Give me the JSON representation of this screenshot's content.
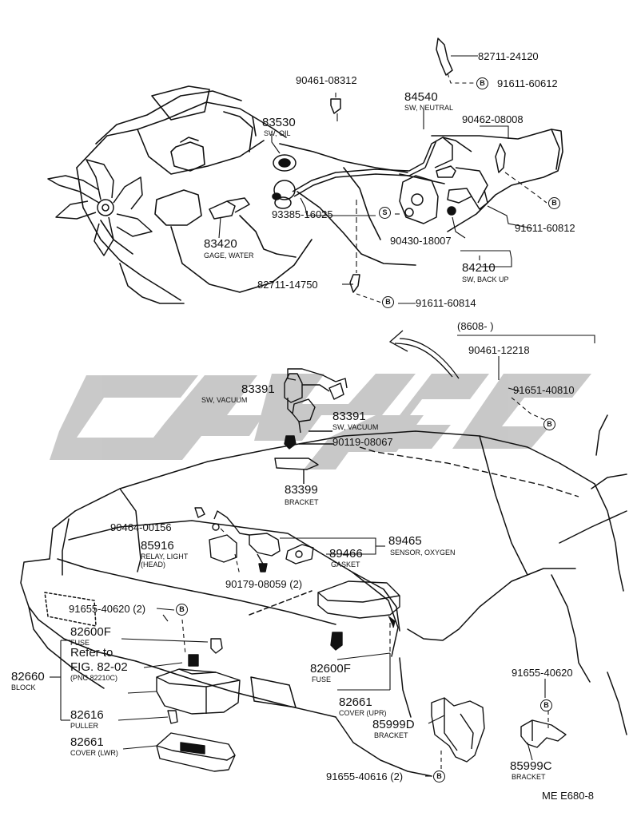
{
  "parts": {
    "p82711_24120": "82711-24120",
    "p91611_60612": "91611-60612",
    "p90461_08312": "90461-08312",
    "p84540": "84540",
    "p84540_desc": "SW, NEUTRAL",
    "p90462_08008": "90462-08008",
    "p83530": "83530",
    "p83530_desc": "SW, OIL",
    "p83420": "83420",
    "p83420_desc": "GAGE, WATER",
    "p93385_16025": "93385-16025",
    "p90430_18007": "90430-18007",
    "p91611_60812": "91611-60812",
    "p84210": "84210",
    "p84210_desc": "SW, BACK UP",
    "p82711_14750": "82711-14750",
    "p91611_60814": "91611-60814",
    "date_range": "(8608-          )",
    "p90461_12218": "90461-12218",
    "p91651_40810": "91651-40810",
    "p83391a": "83391",
    "p83391a_desc": "SW, VACUUM",
    "p83391b": "83391",
    "p83391b_desc": "SW, VACUUM",
    "p90119_08067": "90119-08067",
    "p83399": "83399",
    "p83399_desc": "BRACKET",
    "p90464_00156": "90464-00156",
    "p85916": "85916",
    "p85916_desc1": "RELAY, LIGHT",
    "p85916_desc2": "(HEAD)",
    "p89465": "89465",
    "p89465_desc": "SENSOR, OXYGEN",
    "p89466": "89466",
    "p89466_desc": "GASKET",
    "p90179_08059": "90179-08059 (2)",
    "p91655_40620a": "91655-40620 (2)",
    "p82600f_a": "82600F",
    "p82600f_a_desc": "FUSE",
    "refer_to": "Refer to",
    "fig_ref": "FIG. 82-02",
    "pnc_ref": "(PNC 82210C)",
    "p82660": "82660",
    "p82660_desc": "BLOCK",
    "p82600f_b": "82600F",
    "p82600f_b_desc": "FUSE",
    "p82661_upr": "82661",
    "p82661_upr_desc": "COVER (UPR)",
    "p82616": "82616",
    "p82616_desc": "PULLER",
    "p85999d": "85999D",
    "p85999d_desc": "BRACKET",
    "p82661_lwr": "82661",
    "p82661_lwr_desc": "COVER (LWR)",
    "p91655_40620b": "91655-40620",
    "p85999c": "85999C",
    "p85999c_desc": "BRACKET",
    "p91655_40616": "91655-40616 (2)",
    "circle_b": "B",
    "circle_s": "S"
  },
  "footer": {
    "code": "ME  E680-8"
  },
  "watermark": {
    "color": "#c4c4c4"
  }
}
